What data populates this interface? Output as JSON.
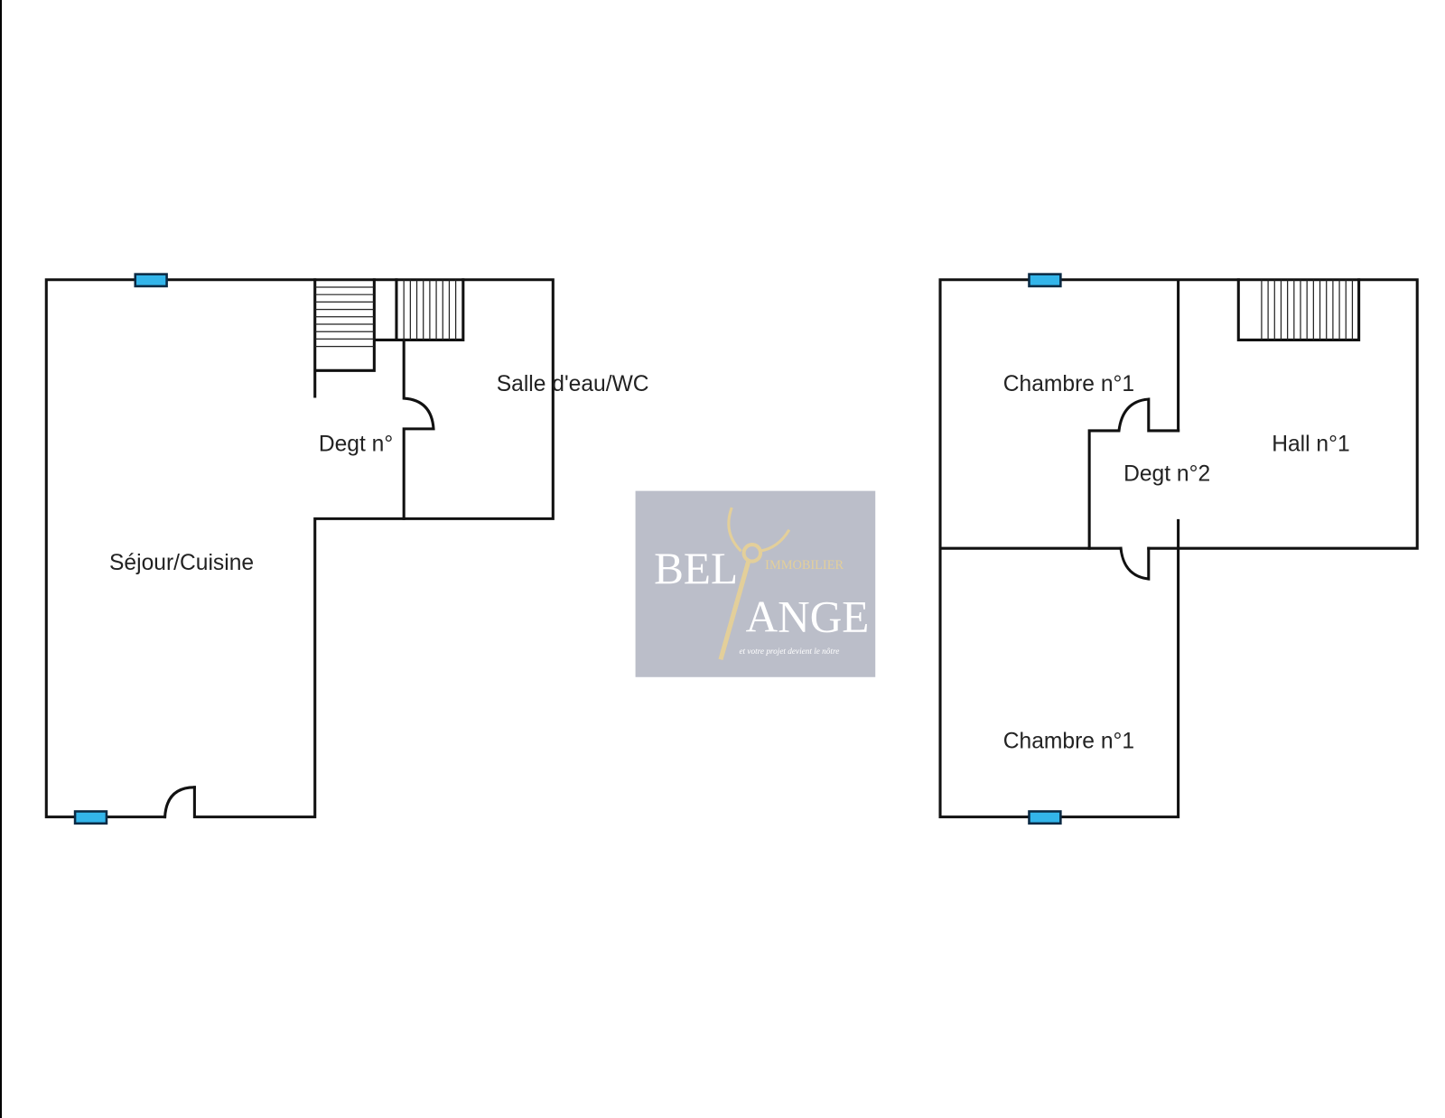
{
  "rooms": {
    "sejour": "Séjour/Cuisine",
    "degt1": "Degt n°",
    "salle": "Salle d'eau/WC",
    "chambre_top": "Chambre n°1",
    "hall": "Hall n°1",
    "degt2": "Degt n°2",
    "chambre_bottom": "Chambre n°1"
  },
  "logo": {
    "word1": "BEL",
    "word2": "ANGE",
    "sub": "IMMOBILIER",
    "tagline": "et votre projet devient le nôtre",
    "bg_color": "#bbbec9"
  },
  "colors": {
    "window": "#33b5ea",
    "wall": "#111111"
  }
}
